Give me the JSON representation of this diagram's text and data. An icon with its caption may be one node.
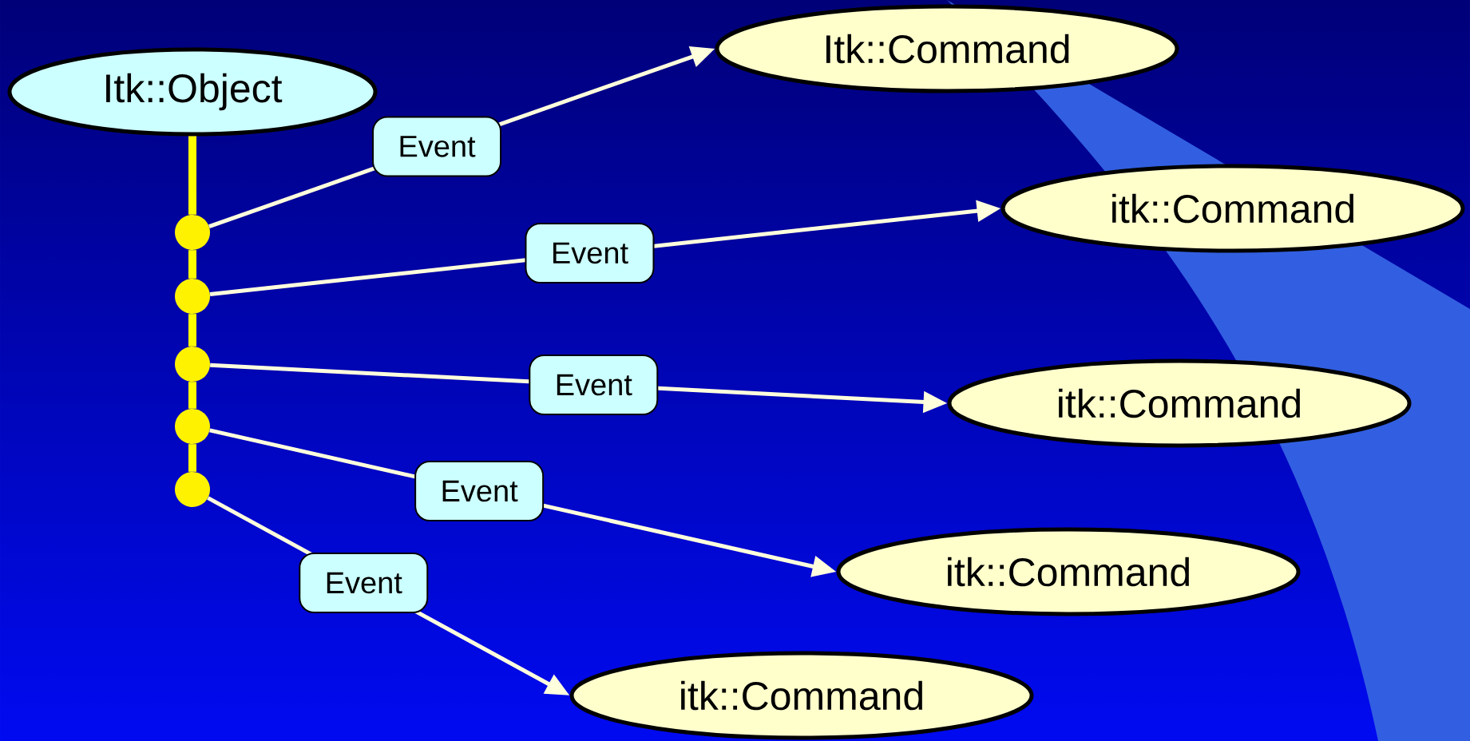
{
  "diagram": {
    "nodes": [
      {
        "text": [
          "Itk::Object"
        ]
      },
      {
        "text": [
          "Itk::Command"
        ]
      },
      {
        "text": [
          "itk::Command"
        ]
      },
      {
        "text": [
          "itk::Command"
        ]
      },
      {
        "text": [
          "itk::Command"
        ]
      },
      {
        "text": [
          "itk::Command"
        ]
      },
      {
        "text": [],
        "shape": "circle"
      },
      {
        "text": [],
        "shape": "circle"
      },
      {
        "text": [],
        "shape": "circle"
      },
      {
        "text": [],
        "shape": "circle"
      },
      {
        "text": [],
        "shape": "circle"
      }
    ],
    "edges": [
      {
        "from": 0,
        "to": 6,
        "arrow": "none",
        "style": "thick",
        "color": "#ffff00"
      },
      {
        "from": 6,
        "to": 7,
        "arrow": "none",
        "style": "thick",
        "color": "#ffff00"
      },
      {
        "from": 7,
        "to": 8,
        "arrow": "none",
        "style": "thick",
        "color": "#ffff00"
      },
      {
        "from": 8,
        "to": 9,
        "arrow": "none",
        "style": "thick",
        "color": "#ffff00"
      },
      {
        "from": 9,
        "to": 10,
        "arrow": "none",
        "style": "thick",
        "color": "#ffff00"
      },
      {
        "from": 6,
        "to": 1,
        "arrow": "to",
        "label": "Event",
        "color": "#ffffdd"
      },
      {
        "from": 7,
        "to": 2,
        "arrow": "to",
        "label": "Event",
        "color": "#ffffdd"
      },
      {
        "from": 8,
        "to": 3,
        "arrow": "to",
        "label": "Event",
        "color": "#ffffdd"
      },
      {
        "from": 9,
        "to": 4,
        "arrow": "to",
        "label": "Event",
        "color": "#ffffdd"
      },
      {
        "from": 10,
        "to": 5,
        "arrow": "to",
        "label": "Event",
        "color": "#ffffdd"
      }
    ]
  }
}
